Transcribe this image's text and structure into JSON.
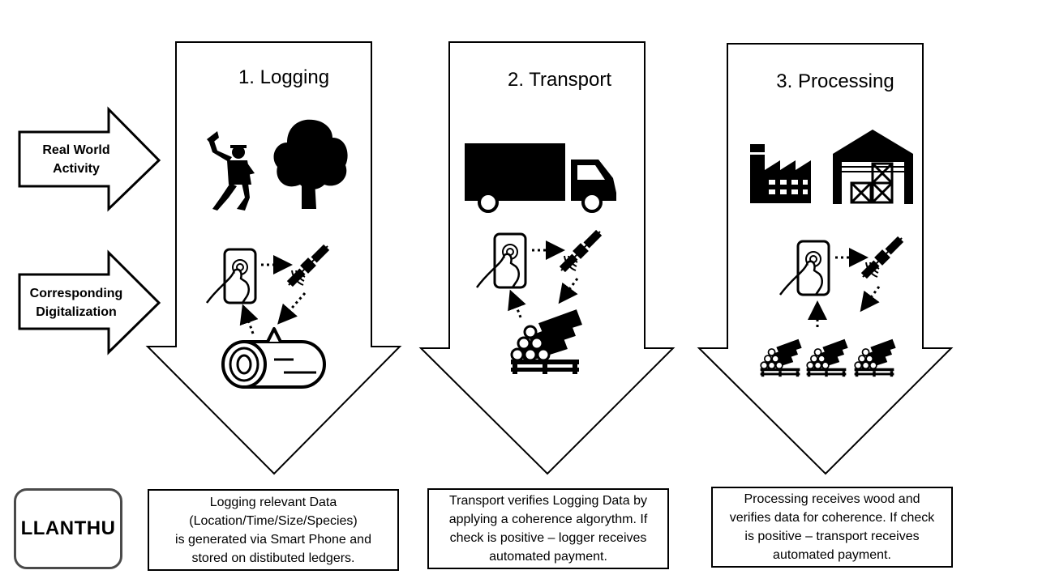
{
  "left_labels": {
    "real_world": [
      "Real World",
      "Activity"
    ],
    "digitalization": [
      "Corresponding",
      "Digitalization"
    ]
  },
  "steps": [
    {
      "title": "1. Logging",
      "description": [
        "Logging relevant Data",
        "(Location/Time/Size/Species)",
        "is generated via Smart Phone and",
        "stored on distibuted ledgers."
      ],
      "icons": [
        "lumberjack-icon",
        "tree-icon",
        "smartphone-touch-icon",
        "satellite-icon",
        "log-icon"
      ]
    },
    {
      "title": "2. Transport",
      "description": [
        "Transport verifies Logging Data by",
        "applying a coherence algorythm.  If",
        "check is positive – logger receives",
        "automated payment."
      ],
      "icons": [
        "truck-icon",
        "smartphone-touch-icon",
        "satellite-icon",
        "log-pile-icon"
      ]
    },
    {
      "title": "3. Processing",
      "description": [
        "Processing receives wood and",
        "verifies data for coherence. If check",
        "is positive – transport receives",
        "automated payment."
      ],
      "icons": [
        "factory-icon",
        "warehouse-icon",
        "smartphone-touch-icon",
        "satellite-icon",
        "log-pile-icon"
      ]
    }
  ],
  "brand": "LLANTHU",
  "colors": {
    "stroke": "#000000",
    "background": "#ffffff",
    "brand_border": "#4a4a4a"
  }
}
